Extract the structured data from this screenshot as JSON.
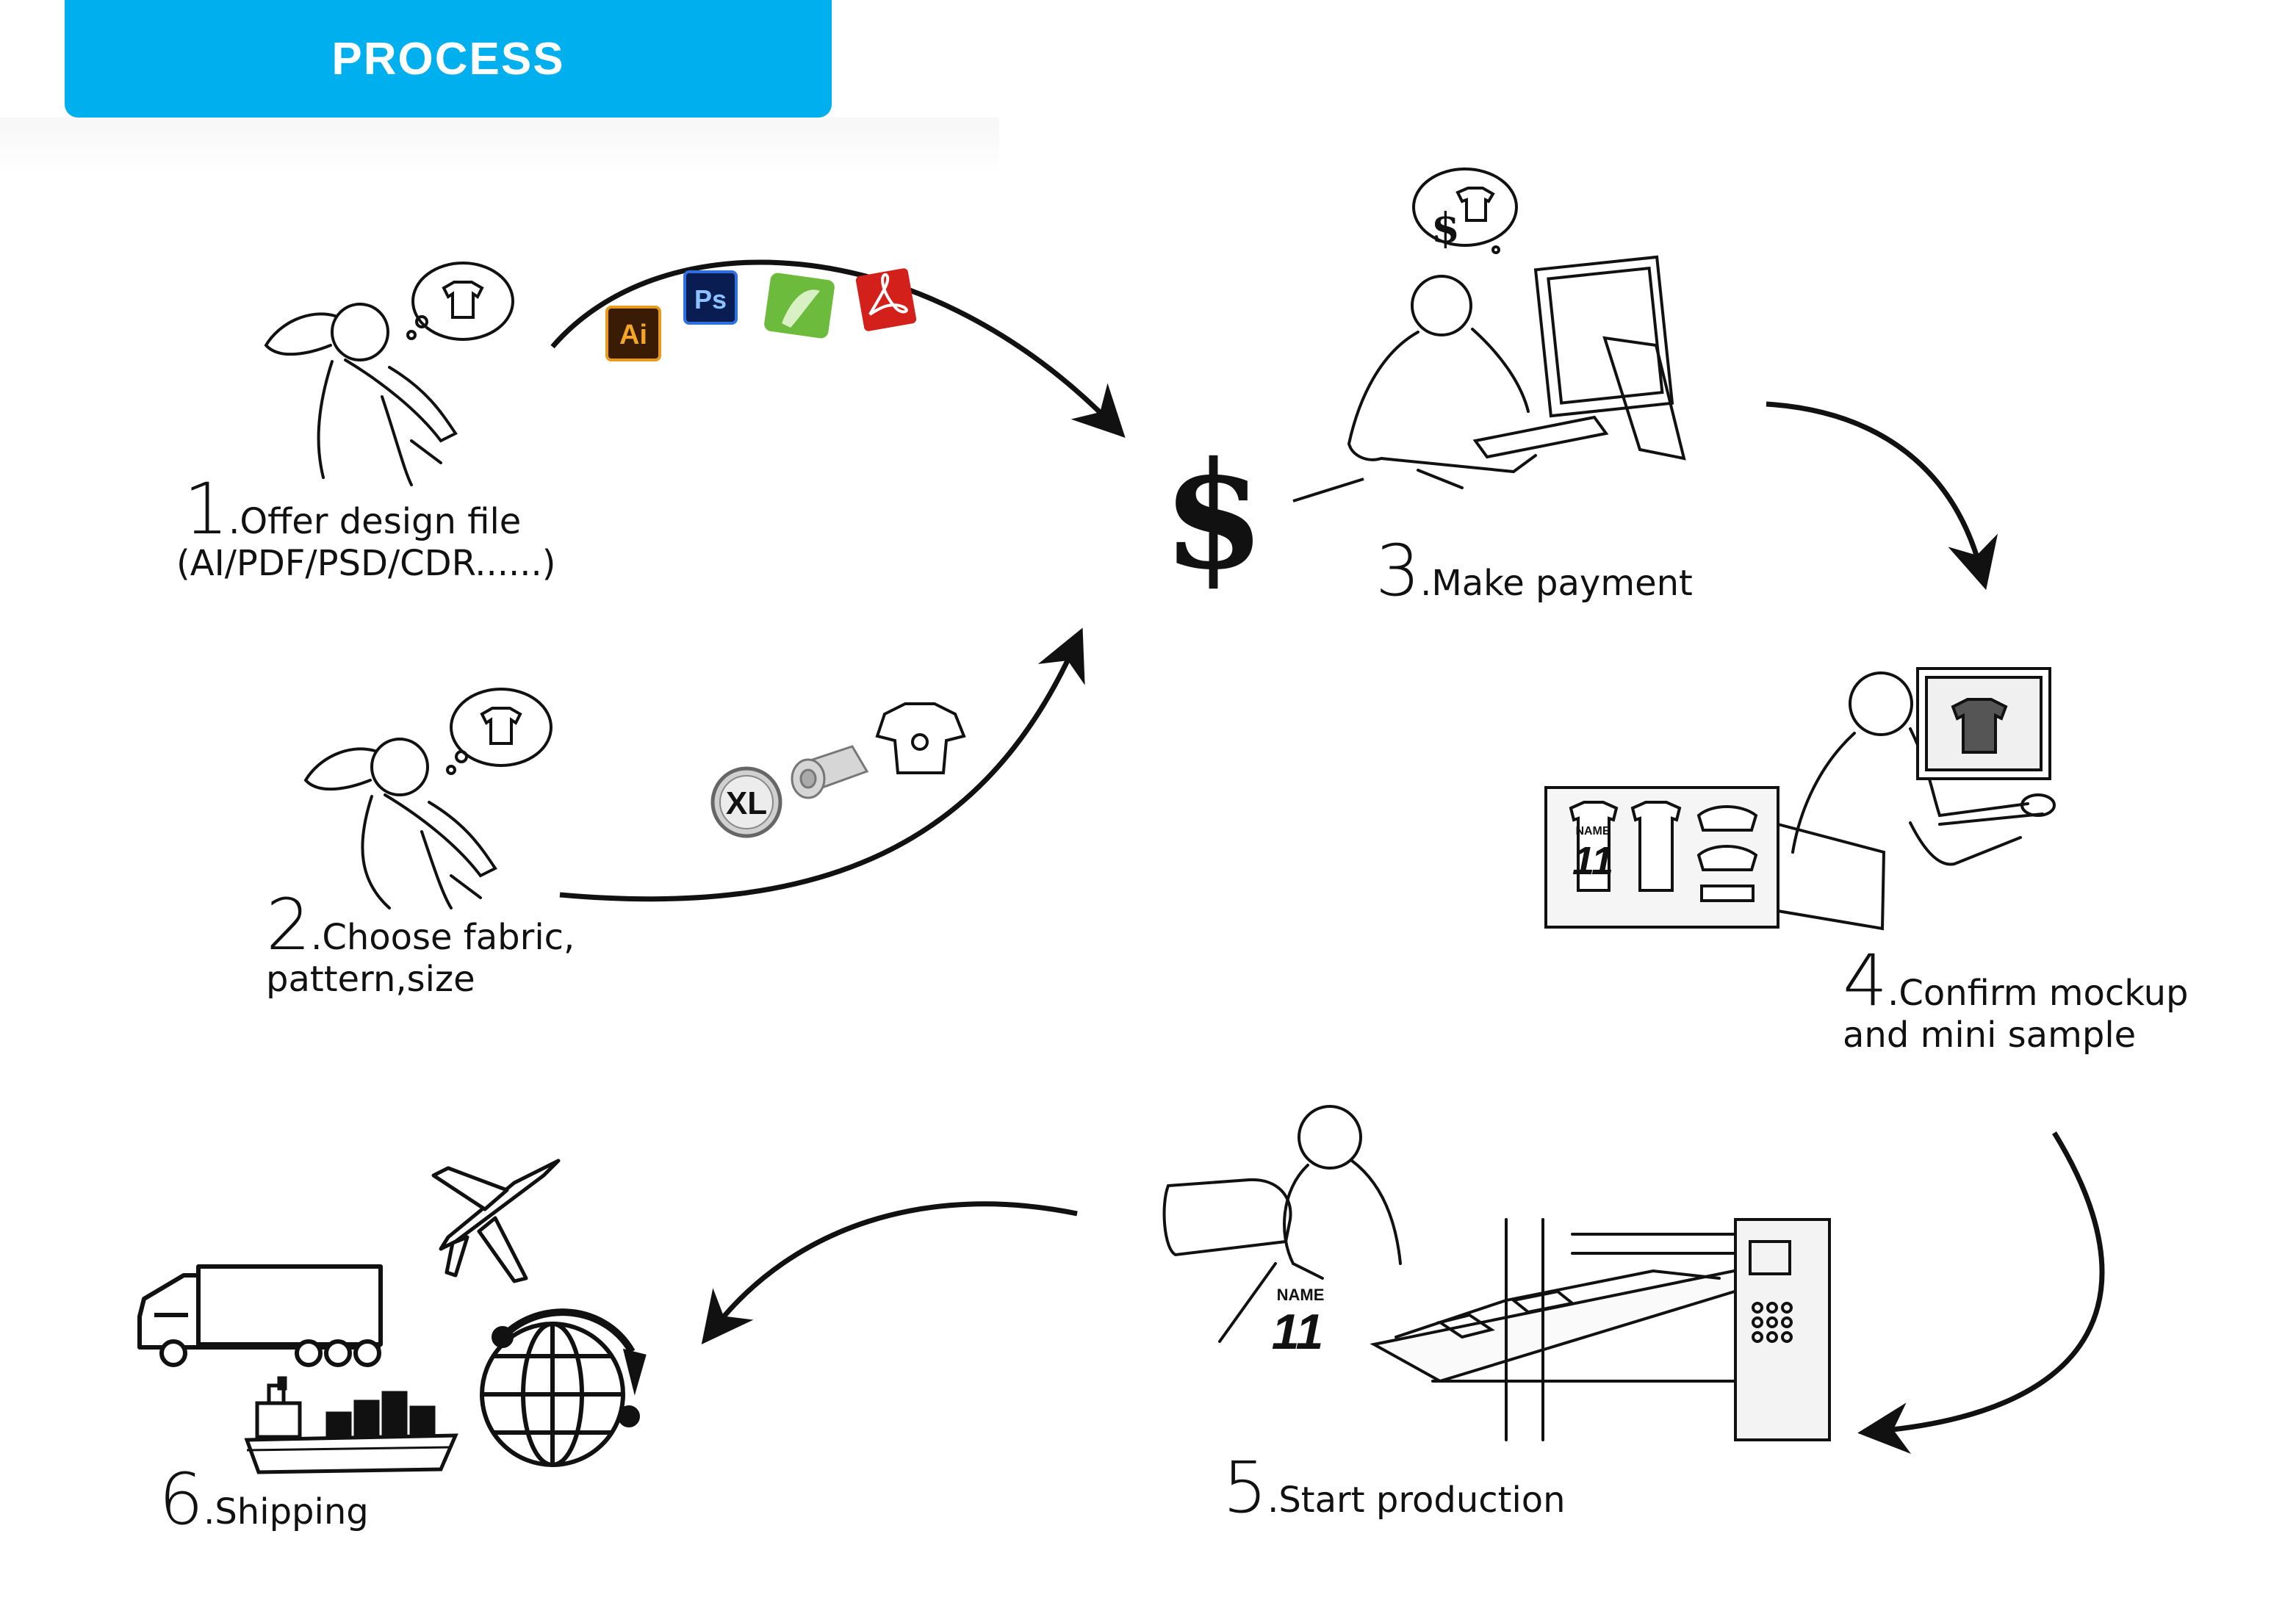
{
  "header": {
    "title": "PROCESS"
  },
  "colors": {
    "accent": "#00b0ee",
    "ink": "#111111"
  },
  "steps": [
    {
      "number": "1",
      "label": ".Offer design file",
      "sub": "(AI/PDF/PSD/CDR......)"
    },
    {
      "number": "2",
      "label": ".Choose fabric,",
      "sub": "pattern,size"
    },
    {
      "number": "3",
      "label": ".Make payment",
      "sub": ""
    },
    {
      "number": "4",
      "label": ".Confirm mockup",
      "sub": "and mini sample"
    },
    {
      "number": "5",
      "label": ".Start production",
      "sub": ""
    },
    {
      "number": "6",
      "label": ".Shipping",
      "sub": ""
    }
  ],
  "file_icons": [
    "Ai",
    "Ps"
  ],
  "size_badge": "XL",
  "jersey_text": {
    "name": "NAME",
    "number": "11"
  },
  "icons": [
    "thinking-person-icon",
    "adobe-illustrator-icon",
    "photoshop-icon",
    "coreldraw-icon",
    "acrobat-pdf-icon",
    "size-xl-icon",
    "fabric-roll-icon",
    "tshirt-icon",
    "dollar-icon",
    "computer-operator-icon",
    "mockup-board-icon",
    "sewing-machine-icon",
    "printer-machine-icon",
    "truck-icon",
    "airplane-icon",
    "cargo-ship-icon",
    "globe-icon"
  ]
}
